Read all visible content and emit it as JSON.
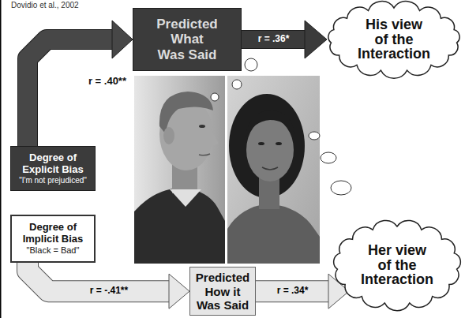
{
  "diagram": {
    "nodes": [
      {
        "text": [
          "Degree of Explicit Bias",
          "\"I'm not prejudiced\""
        ]
      },
      {
        "text": [
          "Predicted What Was Said"
        ]
      },
      {
        "text": [
          "His view of the Interaction"
        ]
      },
      {
        "text": [
          "Degree of Implicit Bias",
          "\"Black = Bad\""
        ]
      },
      {
        "text": [
          "Predicted How it Was Said"
        ]
      },
      {
        "text": [
          "Her view of the Interaction"
        ]
      }
    ],
    "edges": [
      {
        "from": 0,
        "to": 1,
        "arrow": "to",
        "label": "r = .40**"
      },
      {
        "from": 1,
        "to": 2,
        "arrow": "to",
        "label": "r = .36*"
      },
      {
        "from": 3,
        "to": 4,
        "arrow": "to",
        "label": "r = -.41**"
      },
      {
        "from": 4,
        "to": 5,
        "arrow": "to",
        "label": "r = .34*"
      }
    ],
    "labels": [
      "Dovidio et al., 2002"
    ]
  }
}
